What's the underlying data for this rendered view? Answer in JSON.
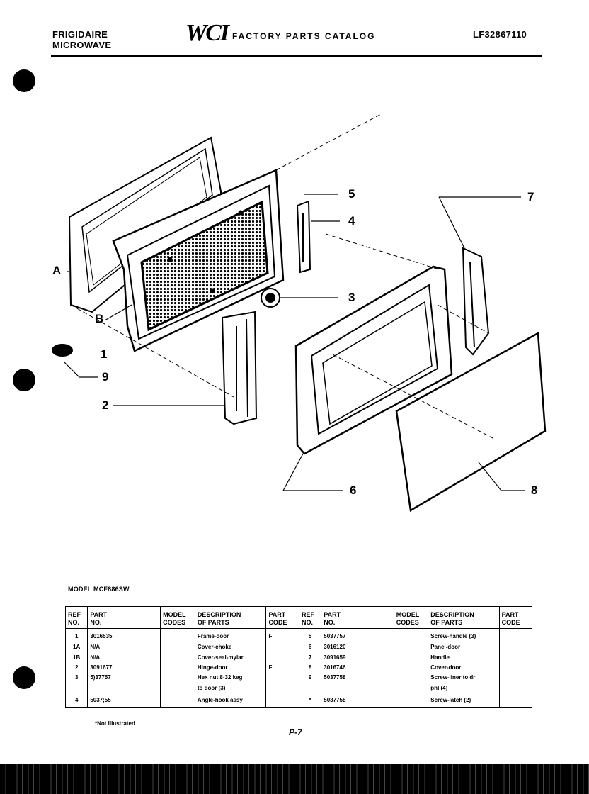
{
  "header": {
    "brand_line1": "FRIGIDAIRE",
    "brand_line2": "MICROWAVE",
    "logo_text": "WCI",
    "catalog_title": "FACTORY PARTS CATALOG",
    "catalog_number": "LF32867110"
  },
  "diagram": {
    "callouts": [
      "1",
      "2",
      "3",
      "4",
      "5",
      "6",
      "7",
      "8",
      "9",
      "A",
      "B"
    ]
  },
  "table": {
    "model": "MODEL MCF886SW",
    "headers": {
      "ref_no": [
        "REF",
        "NO."
      ],
      "part_no": [
        "PART",
        "NO."
      ],
      "model_codes": [
        "MODEL",
        "CODES"
      ],
      "description": [
        "DESCRIPTION",
        "OF PARTS"
      ],
      "part_code": [
        "PART",
        "CODE"
      ]
    },
    "left_rows": [
      {
        "ref": "1",
        "part": "3016535",
        "model": "",
        "desc": "Frame-door",
        "code": "F"
      },
      {
        "ref": "1A",
        "part": "N/A",
        "model": "",
        "desc": "Cover-choke",
        "code": ""
      },
      {
        "ref": "1B",
        "part": "N/A",
        "model": "",
        "desc": "Cover-seal-mylar",
        "code": ""
      },
      {
        "ref": "2",
        "part": "3091677",
        "model": "",
        "desc": "Hinge-door",
        "code": "F"
      },
      {
        "ref": "3",
        "part": "5)37757",
        "model": "",
        "desc": "Hex nut 8-32 keg",
        "code": ""
      },
      {
        "ref": "",
        "part": "",
        "model": "",
        "desc": "to door (3)",
        "code": ""
      },
      {
        "ref": "4",
        "part": "5037;55",
        "model": "",
        "desc": "Angle-hook assy",
        "code": ""
      }
    ],
    "right_rows": [
      {
        "ref": "5",
        "part": "5037757",
        "model": "",
        "desc": "Screw-handle (3)",
        "code": ""
      },
      {
        "ref": "6",
        "part": "3016120",
        "model": "",
        "desc": "Panel-door",
        "code": ""
      },
      {
        "ref": "7",
        "part": "3091659",
        "model": "",
        "desc": "Handle",
        "code": ""
      },
      {
        "ref": "8",
        "part": "3016746",
        "model": "",
        "desc": "Cover-door",
        "code": ""
      },
      {
        "ref": "9",
        "part": "5037758",
        "model": "",
        "desc": "Screw-liner to dr",
        "code": ""
      },
      {
        "ref": "",
        "part": "",
        "model": "",
        "desc": "pnl (4)",
        "code": ""
      },
      {
        "ref": "*",
        "part": "5037758",
        "model": "",
        "desc": "Screw-latch (2)",
        "code": ""
      }
    ],
    "footnote": "*Not Illustrated"
  },
  "page_number": "P-7"
}
